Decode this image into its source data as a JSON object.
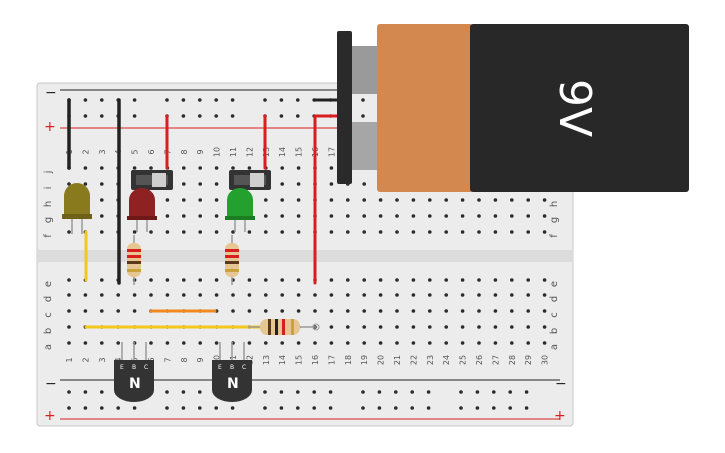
{
  "breadboard": {
    "rail_minus": "−",
    "rail_plus": "+",
    "column_numbers": [
      "1",
      "2",
      "3",
      "4",
      "5",
      "6",
      "7",
      "8",
      "9",
      "10",
      "11",
      "12",
      "13",
      "14",
      "15",
      "16",
      "17",
      "18",
      "19",
      "20",
      "21",
      "22",
      "23",
      "24",
      "25",
      "26",
      "27",
      "28",
      "29",
      "30"
    ],
    "row_letters_top": [
      "j",
      "i",
      "h",
      "g",
      "f"
    ],
    "row_letters_bottom": [
      "e",
      "d",
      "c",
      "b",
      "a"
    ],
    "colors": {
      "board": "#ececec",
      "channel": "#dcdcdc",
      "hole": "#2b2b2b",
      "rail_red": "#d81e1e",
      "rail_black": "#222222"
    }
  },
  "battery": {
    "label": "9V",
    "colors": {
      "copper": "#d2884f",
      "body": "#282828",
      "terminal": "#9a9a9a",
      "cap": "#2a2a2a"
    }
  },
  "components": {
    "leds": [
      {
        "name": "yellow-led",
        "color": "#8a7a1e"
      },
      {
        "name": "red-led",
        "color": "#8e2222"
      },
      {
        "name": "green-led",
        "color": "#23a02d"
      }
    ],
    "transistors": [
      {
        "label": "N",
        "pins": [
          "E",
          "B",
          "C"
        ]
      },
      {
        "label": "N",
        "pins": [
          "E",
          "B",
          "C"
        ]
      }
    ],
    "switch_icon": "slide-switch-icon",
    "resistor_icon": "resistor-icon",
    "wire_colors": {
      "red": "#d81e1e",
      "black": "#222222",
      "yellow": "#f2c81a",
      "orange": "#f08a1e"
    }
  }
}
